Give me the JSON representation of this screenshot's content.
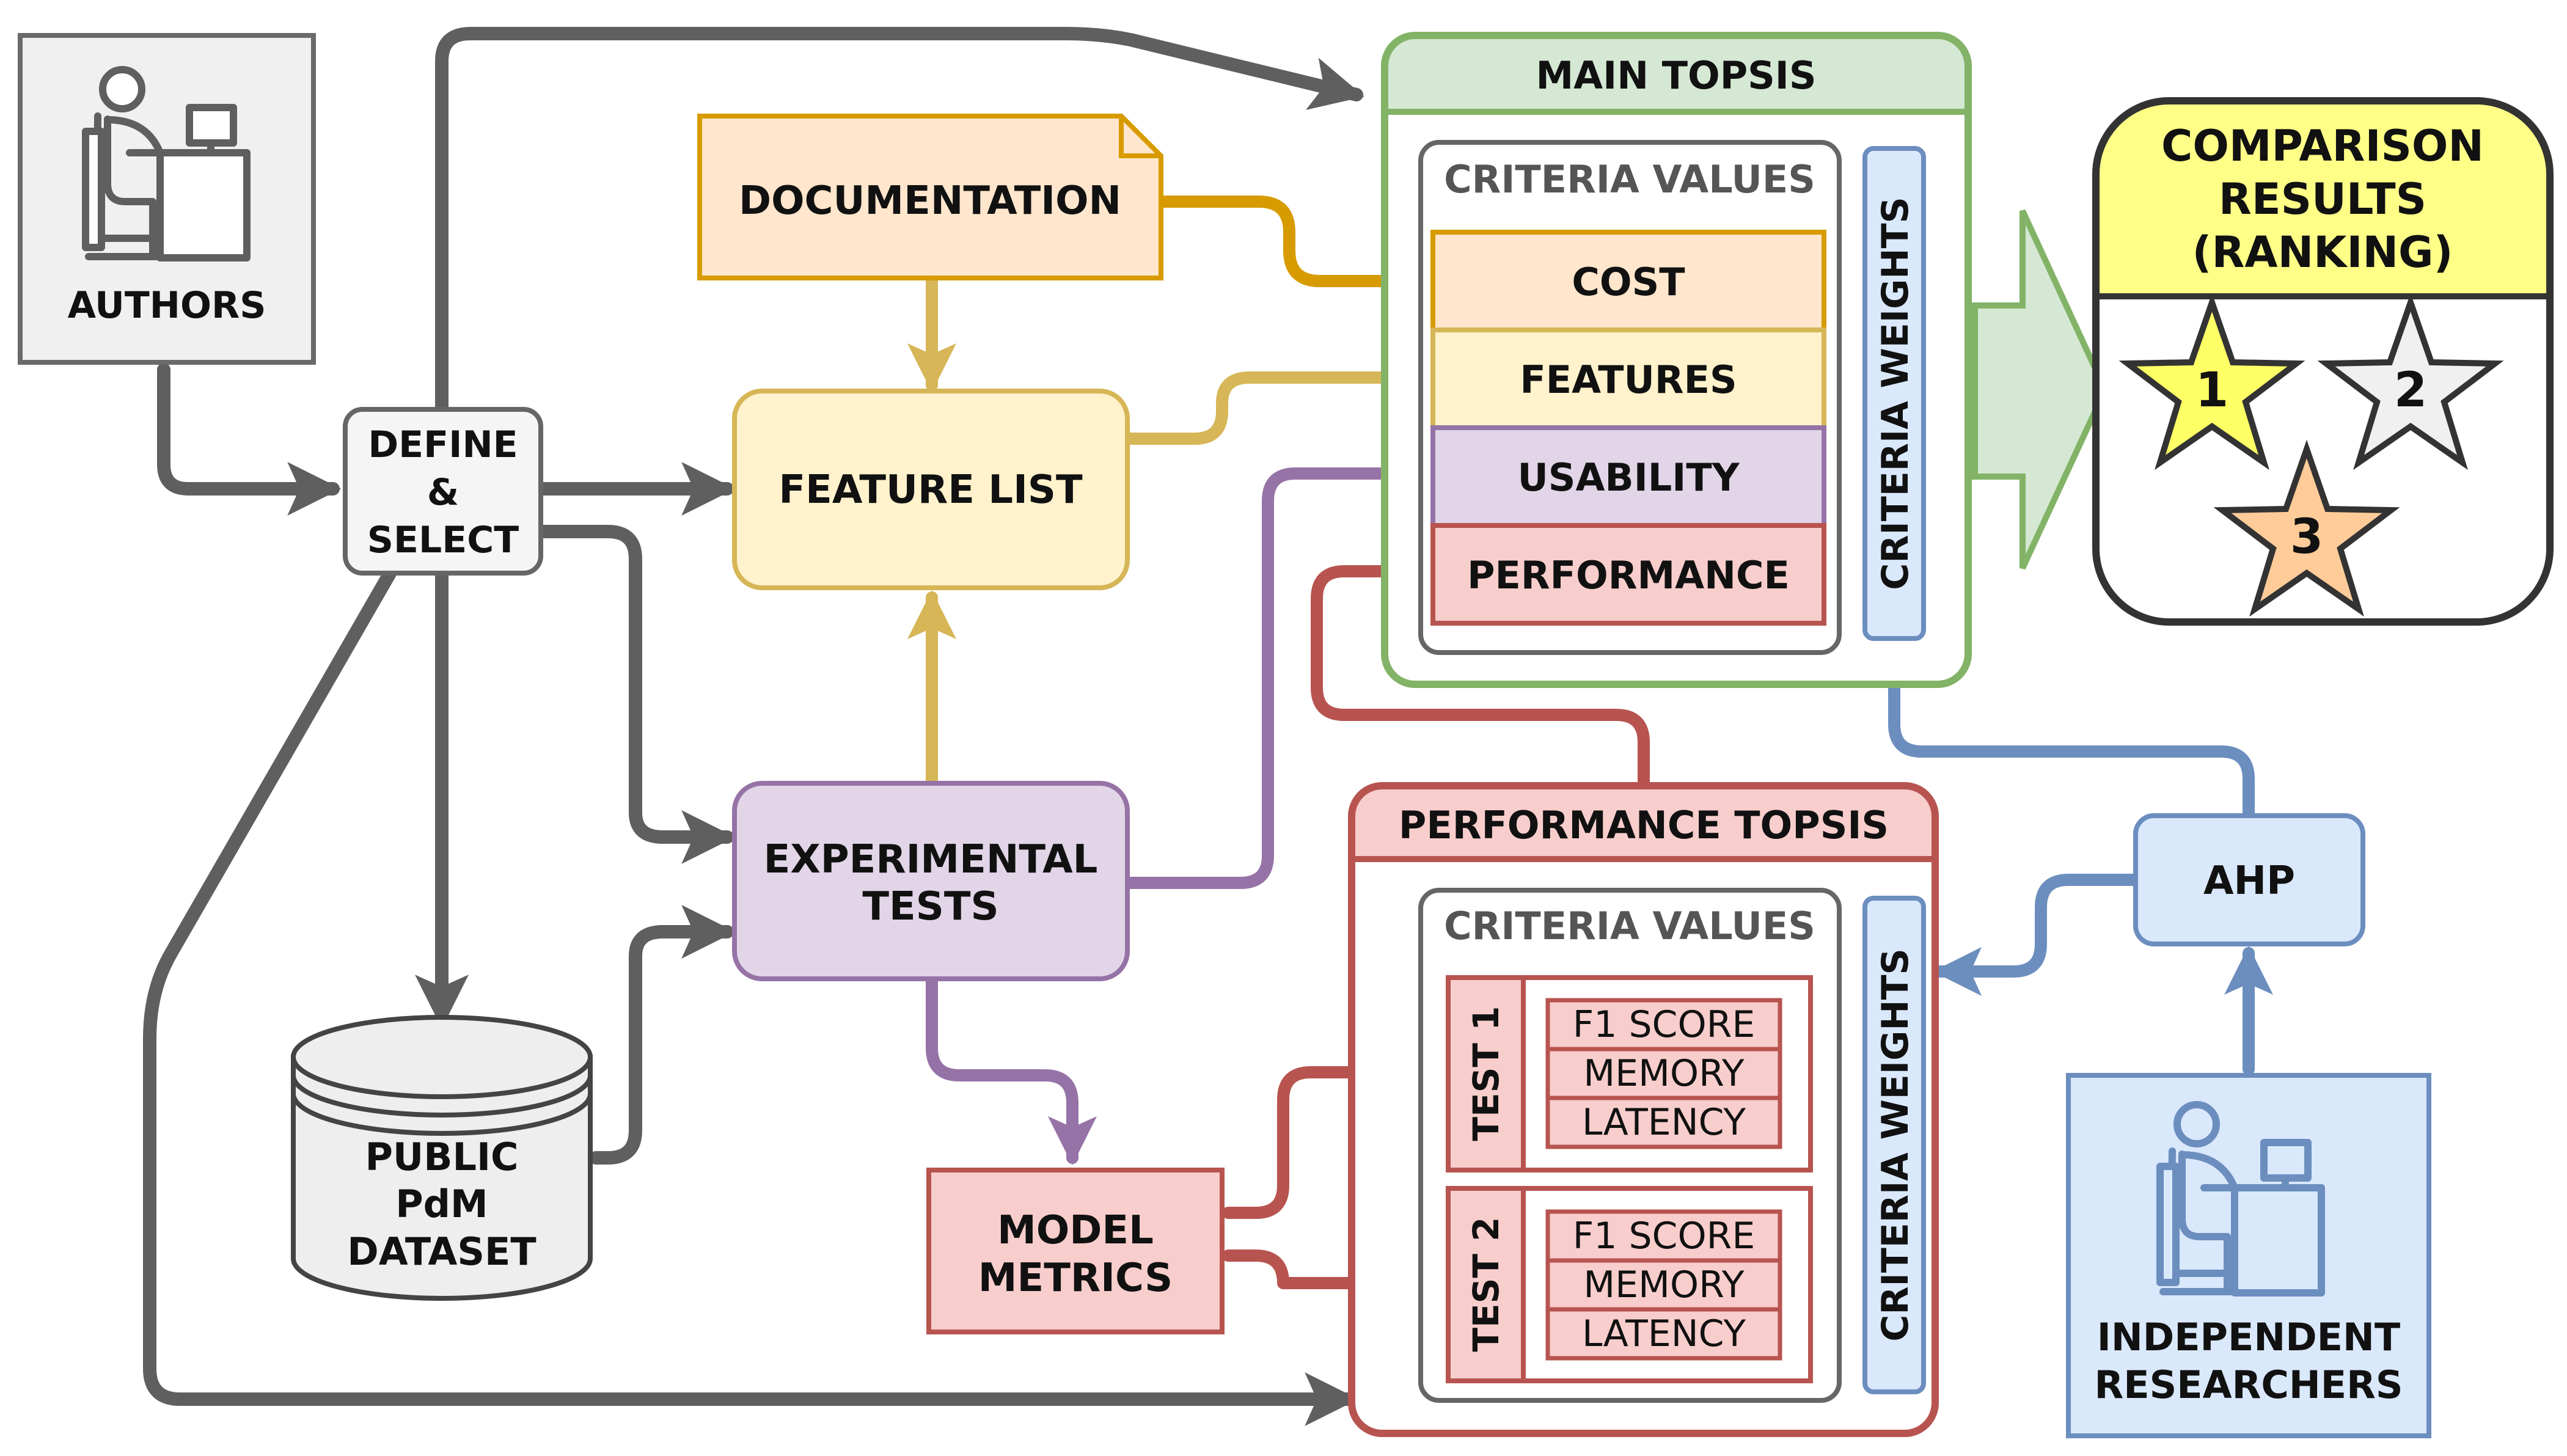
{
  "authors": {
    "label": "AUTHORS"
  },
  "define_select": {
    "lines": [
      "DEFINE",
      "&",
      "SELECT"
    ]
  },
  "documentation": {
    "label": "DOCUMENTATION"
  },
  "feature_list": {
    "label": "FEATURE LIST"
  },
  "experimental_tests": {
    "lines": [
      "EXPERIMENTAL",
      "TESTS"
    ]
  },
  "dataset": {
    "lines": [
      "PUBLIC",
      "PdM",
      "DATASET"
    ]
  },
  "model_metrics": {
    "lines": [
      "MODEL",
      "METRICS"
    ]
  },
  "main_topsis": {
    "title": "MAIN TOPSIS",
    "criteria_title": "CRITERIA VALUES",
    "criteria": [
      "COST",
      "FEATURES",
      "USABILITY",
      "PERFORMANCE"
    ],
    "weights_label": "CRITERIA WEIGHTS"
  },
  "comparison": {
    "lines": [
      "COMPARISON",
      "RESULTS",
      "(RANKING)"
    ],
    "ranks": [
      "1",
      "2",
      "3"
    ]
  },
  "performance_topsis": {
    "title": "PERFORMANCE TOPSIS",
    "criteria_title": "CRITERIA VALUES",
    "tests": [
      {
        "label": "TEST 1",
        "metrics": [
          "F1 SCORE",
          "MEMORY",
          "LATENCY"
        ]
      },
      {
        "label": "TEST 2",
        "metrics": [
          "F1 SCORE",
          "MEMORY",
          "LATENCY"
        ]
      }
    ],
    "weights_label": "CRITERIA WEIGHTS"
  },
  "ahp": {
    "label": "AHP"
  },
  "researchers": {
    "lines": [
      "INDEPENDENT",
      "RESEARCHERS"
    ]
  },
  "colors": {
    "gray": "#5f5f5f",
    "orange": "#d79b00",
    "yellow": "#d6b656",
    "purple": "#9673a6",
    "red": "#b85450",
    "blue": "#6c8ebf",
    "green": "#82b366"
  }
}
